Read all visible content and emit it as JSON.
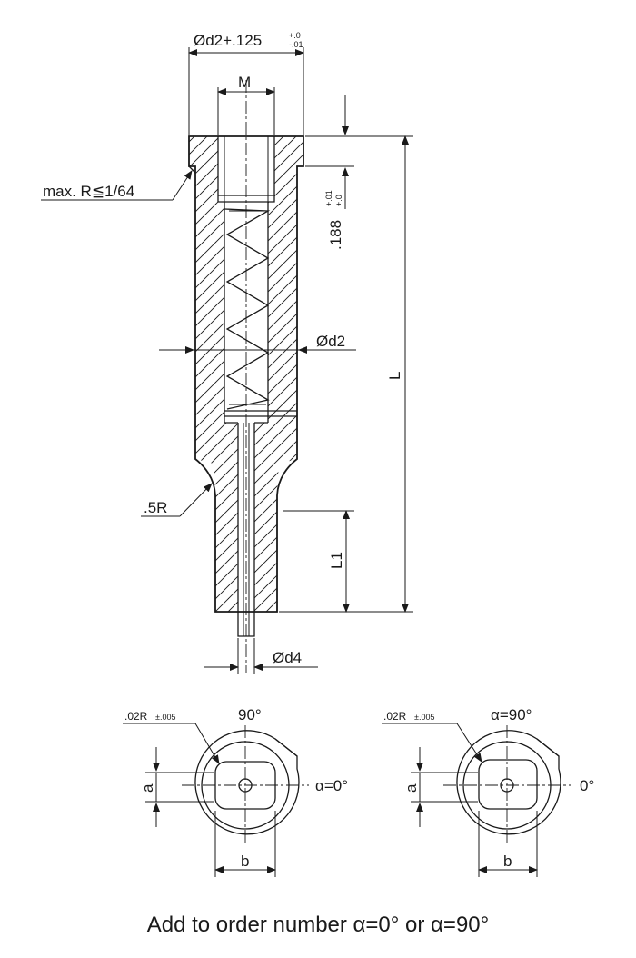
{
  "labels": {
    "head_diameter": "Ød2+.125",
    "head_tol_upper": "+.0",
    "head_tol_lower": "-.01",
    "thread": "M",
    "max_radius": "max. R≦1/64",
    "head_height": ".188",
    "head_height_tol_upper": "+.01",
    "head_height_tol_lower": "+.0",
    "shank_diameter": "Ød2",
    "length": "L",
    "radius": ".5R",
    "length_1": "L1",
    "pin_diameter": "Ød4",
    "corner_radius": ".02R",
    "corner_radius_tol": "±.005",
    "dim_a": "a",
    "dim_b": "b",
    "left_view_angle_top": "90°",
    "left_view_angle_right": "α=0°",
    "right_view_angle_top": "α=90°",
    "right_view_angle_right": "0°"
  },
  "caption": "Add to order number α=0° or α=90°"
}
